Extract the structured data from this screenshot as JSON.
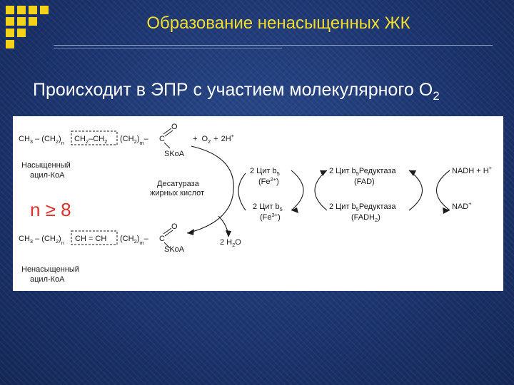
{
  "header": {
    "title": "Образование ненасыщенных ЖК",
    "accent_color": "#f4dc2e",
    "subtitle_text": "Происходит в ЭПР с участием молекулярного О",
    "subtitle_sub": "2"
  },
  "diagram": {
    "saturated": {
      "ch3": "CH",
      "ch3_sub": "3",
      "dash1": " – ",
      "paren_n": "(CH",
      "paren_n_sub": "2",
      "n": "n",
      "ch2a": "CH",
      "ch2a_sub": "2",
      "bond": "–",
      "ch2b": "CH",
      "ch2b_sub": "2",
      "paren_m": "(CH",
      "paren_m_sub": "2",
      "m": "m",
      "dash2": "–",
      "c": "C",
      "o": "O",
      "skoa": "SKoA",
      "name_line1": "Насыщенный",
      "name_line2": "ацил-КоА"
    },
    "reagents": {
      "plus1": "+",
      "o2": "O",
      "o2_sub": "2",
      "plus2": "+",
      "h": "2H",
      "h_sup": "+"
    },
    "enzyme_line1": "Десатураза",
    "enzyme_line2": "жирных кислот",
    "condition": "n ≥ 8",
    "unsaturated": {
      "ch3": "CH",
      "ch3_sub": "3",
      "dash1": " – ",
      "paren_n": "(CH",
      "paren_n_sub": "2",
      "n": "n",
      "double": "CH = CH",
      "paren_m": "(CH",
      "paren_m_sub": "2",
      "m": "m",
      "dash2": "–",
      "c": "C",
      "o": "O",
      "skoa": "SKoA",
      "name_line1": "Ненасыщенный",
      "name_line2": "ацил-КоА"
    },
    "water": {
      "text": "2 H",
      "sub": "2",
      "o": "O"
    },
    "cyt_top": {
      "line1": "2 Цит b",
      "sub": "5",
      "line2": "(Fe",
      "sup": "2+",
      "close": ")"
    },
    "cyt_bottom": {
      "line1": "2 Цит b",
      "sub": "5",
      "line2": "(Fe",
      "sup": "3+",
      "close": ")"
    },
    "reductase_top": {
      "line1": "2 Цит b",
      "sub": "5",
      "rest": "Редуктаза",
      "line2": "(FAD)"
    },
    "reductase_bottom": {
      "line1": "2 Цит b",
      "sub": "5",
      "rest": "Редуктаза",
      "line2": "(FADH",
      "line2_sub": "2",
      "close": ")"
    },
    "nadh": {
      "text": "NADH + H",
      "sup": "+"
    },
    "nad": {
      "text": "NAD",
      "sup": "+"
    }
  }
}
